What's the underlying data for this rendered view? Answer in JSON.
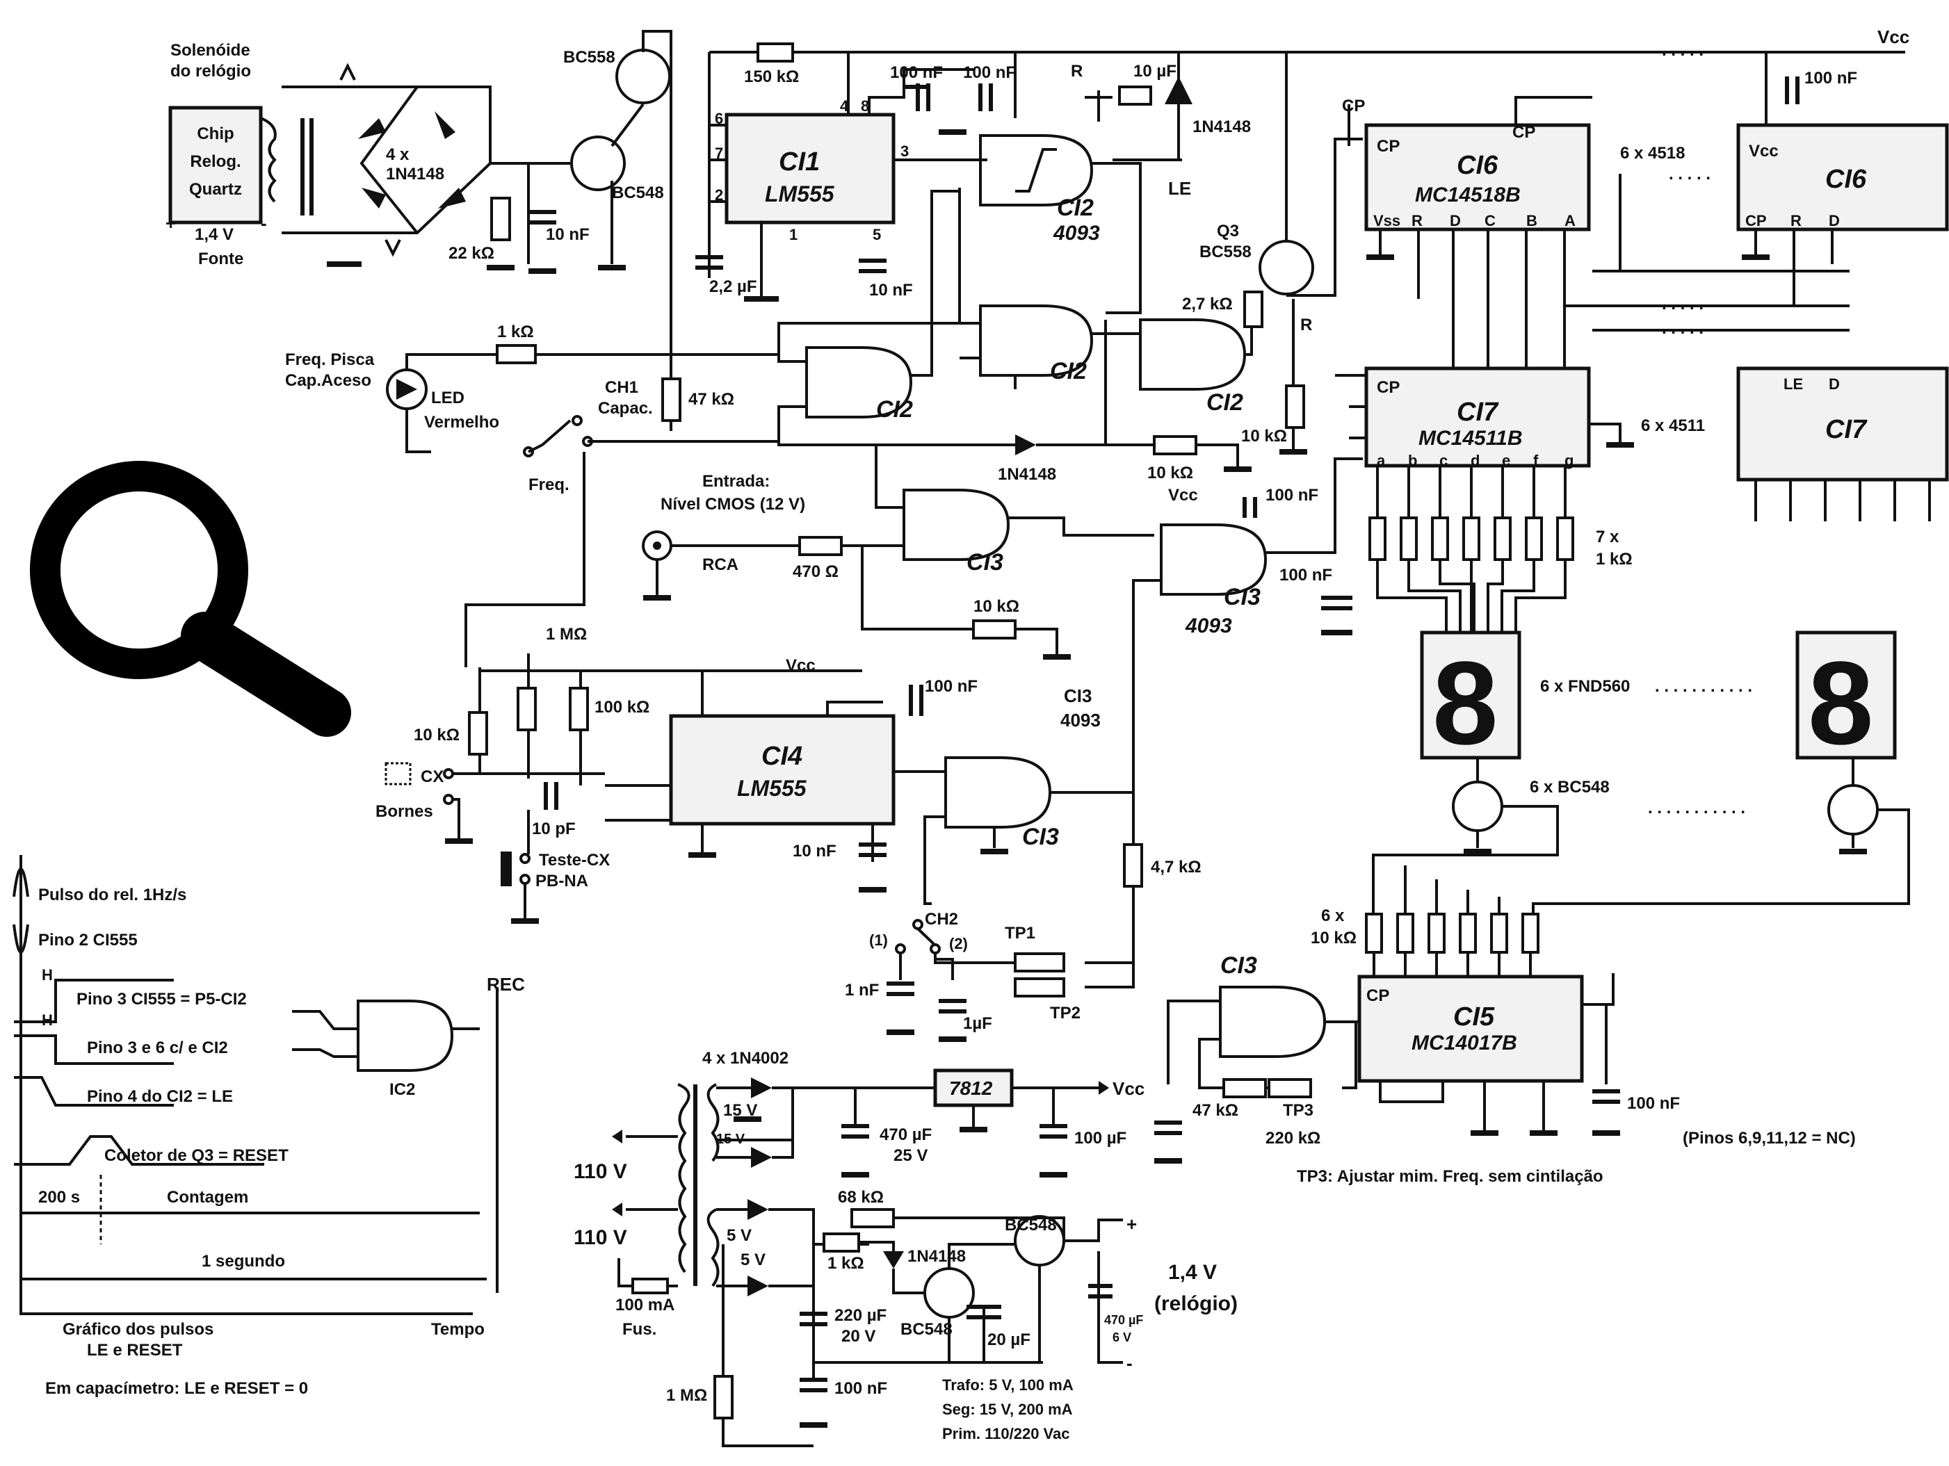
{
  "labels": {
    "solenoid": [
      "Solenóide",
      "do relógio"
    ],
    "chip": [
      "Chip",
      "Relog.",
      "Quartz"
    ],
    "supply": [
      "1,4 V",
      "Fonte"
    ],
    "plus": "+",
    "minus": "-",
    "vcc": "Vcc",
    "bridge": [
      "4 x",
      "1N4148"
    ],
    "r22k": "22 kΩ",
    "c10n": "10 nF",
    "bc558_top": "BC558",
    "bc548_top": "BC548",
    "r150k": "150 kΩ",
    "c100n_a": "100 nF",
    "c100n_b": "100 nF",
    "c10u": "10 µF",
    "d1n4148_top": "1N4148",
    "r_label": "R",
    "ci1": "CI1",
    "lm555": "LM555",
    "c2u2": "2,2 µF",
    "c10n_b": "10 nF",
    "ci2": "CI2",
    "n4093": "4093",
    "le": "LE",
    "q3": "Q3",
    "bc558_q3": "BC558",
    "r2k7": "2,7 kΩ",
    "r_q3": "R",
    "r10k_a": "10 kΩ",
    "freq_led": [
      "Freq. Pisca",
      "Cap.Aceso"
    ],
    "led": [
      "LED",
      "Vermelho"
    ],
    "r1k": "1 kΩ",
    "ch1": [
      "CH1",
      "Capac."
    ],
    "r47k": "47 kΩ",
    "freq": "Freq.",
    "d1n4148_mid": "1N4148",
    "r10k_b": "10 kΩ",
    "entrada": [
      "Entrada:",
      "Nível CMOS (12 V)"
    ],
    "rca": "RCA",
    "r470": "470 Ω",
    "r10k_c": "10 kΩ",
    "ci3": "CI3",
    "c100n_c": "100 nF",
    "c100n_d": "100 nF",
    "vcc2": "Vcc",
    "ci6": "CI6",
    "mc14518": "MC14518B",
    "cp": "CP",
    "x4518": "6 x 4518",
    "ci7": "CI7",
    "mc14511": "MC14511B",
    "x4511": "6 x 4511",
    "seg_pins": [
      "a",
      "b",
      "c",
      "d",
      "e",
      "f",
      "g"
    ],
    "res7": [
      "7 x",
      "1 kΩ"
    ],
    "fnd": "6 x FND560",
    "bc548x6": "6 x BC548",
    "r1m": "1 MΩ",
    "r100k": "100 kΩ",
    "r10k_d": "10 kΩ",
    "cx": "CX",
    "bornes": "Bornes",
    "c10p": "10 pF",
    "teste": [
      "Teste-CX",
      "PB-NA"
    ],
    "ci4": "CI4",
    "c100n_e": "100 nF",
    "c10n_c": "10 nF",
    "ci3_note": [
      "CI3",
      "4093"
    ],
    "r4k7": "4,7 kΩ",
    "ch2": "CH2",
    "ch2_pos": [
      "(1)",
      "(2)"
    ],
    "c1n": "1 nF",
    "c1u": "1µF",
    "tp1": "TP1",
    "tp2": "TP2",
    "res6": [
      "6 x",
      "10 kΩ"
    ],
    "ci5": "CI5",
    "mc14017": "MC14017B",
    "r47k_b": "47 kΩ",
    "tp3": "TP3",
    "r220k": "220 kΩ",
    "c100n_f": "100 nF",
    "nc": "(Pinos 6,9,11,12 = NC)",
    "tp3_note": "TP3: Ajustar mim. Freq. sem cintilação",
    "pulse_labels": [
      "Pulso do rel. 1Hz/s",
      "Pino 2 CI555",
      "Pino 3 CI555 = P5-CI2",
      "Pino 3 e 6  c/ e CI2",
      "Pino 4 do CI2 = LE",
      "Coletor de Q3 = RESET"
    ],
    "h": "H",
    "ic2": "IC2",
    "rec": "REC",
    "t200": "200 s",
    "contagem": "Contagem",
    "um_segundo": "1 segundo",
    "tempo": "Tempo",
    "grafico": [
      "Gráfico dos pulsos",
      "LE e RESET"
    ],
    "capacimetro": "Em capacímetro: LE e RESET = 0",
    "d4002": "4 x 1N4002",
    "v15": "15 V",
    "v15b": "15 V",
    "v5": "5 V",
    "v5b": "5 V",
    "v110a": "110 V",
    "v110b": "110 V",
    "fus": [
      "100 mA",
      "Fus."
    ],
    "reg": "7812",
    "c470": [
      "470 µF",
      "25 V"
    ],
    "c100u": "100 µF",
    "r68k": "68 kΩ",
    "r1k_b": "1 kΩ",
    "d1n4148_ps": "1N4148",
    "bc548_ps": "BC548",
    "bc548_ps2": "BC548",
    "c220": [
      "220 µF",
      "20 V"
    ],
    "c20u": "20 µF",
    "c470b": [
      "470 µF",
      "6 V"
    ],
    "v14": [
      "1,4 V",
      "(relógio)"
    ],
    "r1m_b": "1 MΩ",
    "c100n_g": "100 nF",
    "trafo": [
      "Trafo: 5 V, 100 mA",
      "Seg: 15 V, 200 mA",
      "Prim. 110/220 Vac"
    ]
  }
}
